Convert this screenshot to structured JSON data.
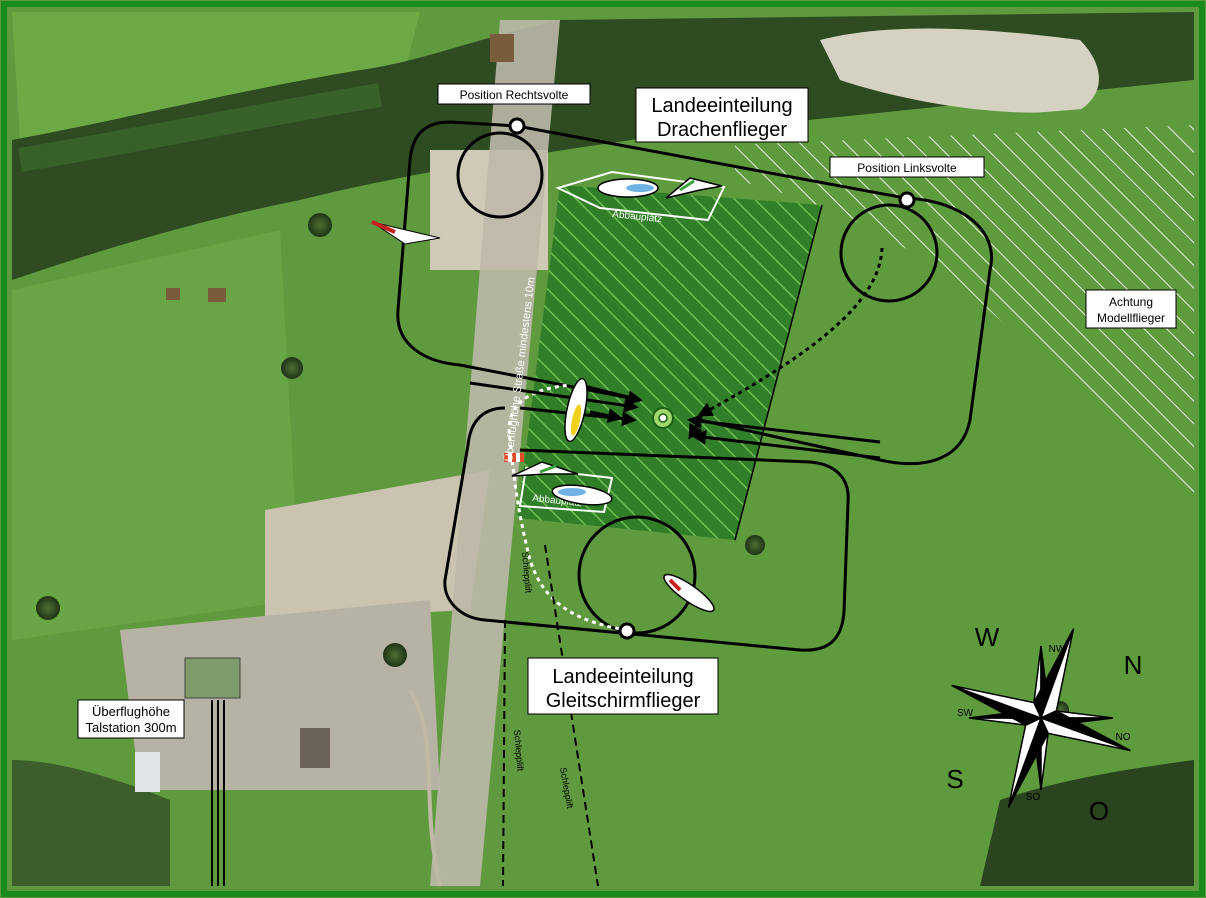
{
  "labels": {
    "position_right": "Position Rechtsvolte",
    "position_left": "Position Linksvolte",
    "hang_title_1": "Landeeinteilung",
    "hang_title_2": "Drachenflieger",
    "para_title_1": "Landeeinteilung",
    "para_title_2": "Gleitschirmflieger",
    "model_warning_1": "Achtung",
    "model_warning_2": "Modellflieger",
    "overflight_valley_1": "Überflughöhe",
    "overflight_valley_2": "Talstation 300m",
    "overflight_road": "Überflughöhe Straße mindestens 10m",
    "pack_area_top": "Abbauplatz",
    "pack_area_bottom": "Abbauplatz",
    "tow_lift_1": "Schlepplift",
    "tow_lift_2": "Schlepplift",
    "tow_lift_3": "Schlepplift"
  },
  "compass": {
    "north": "N",
    "south": "S",
    "west": "W",
    "east": "O",
    "northwest": "NW",
    "southwest": "SW",
    "northeast": "NO",
    "southeast": "SO"
  },
  "colors": {
    "border": "#1a8a1a",
    "landing_zone": "#1f7a1f",
    "grass": "#5e9a3e",
    "forest": "#2d4a22"
  }
}
